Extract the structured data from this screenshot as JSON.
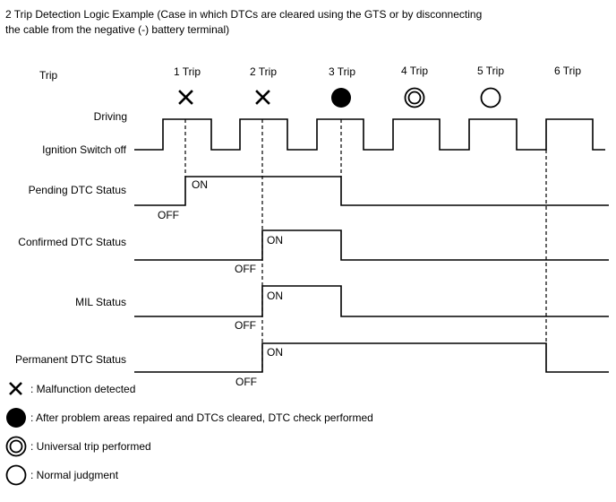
{
  "title": {
    "line1": "2 Trip Detection Logic Example (Case in which DTCs are cleared using the GTS or by disconnecting",
    "line2": "the cable from the negative (-) battery terminal)"
  },
  "row_labels": {
    "trip": "Trip",
    "driving": "Driving",
    "ignition_off": "Ignition Switch off",
    "pending": "Pending DTC Status",
    "confirmed": "Confirmed DTC Status",
    "mil": "MIL Status",
    "permanent": "Permanent DTC Status"
  },
  "trips": [
    {
      "label": "1 Trip",
      "symbol": "x-mark-icon"
    },
    {
      "label": "2 Trip",
      "symbol": "x-mark-icon"
    },
    {
      "label": "3 Trip",
      "symbol": "filled-circle-icon"
    },
    {
      "label": "4 Trip",
      "symbol": "double-circle-icon"
    },
    {
      "label": "5 Trip",
      "symbol": "open-circle-icon"
    },
    {
      "label": "6 Trip",
      "symbol": "none"
    }
  ],
  "state_labels": {
    "on": "ON",
    "off": "OFF"
  },
  "legend": [
    {
      "symbol": "x-mark-icon",
      "text": ": Malfunction detected"
    },
    {
      "symbol": "filled-circle-icon",
      "text": ": After problem areas repaired and DTCs cleared, DTC check performed"
    },
    {
      "symbol": "double-circle-icon",
      "text": ": Universal trip performed"
    },
    {
      "symbol": "open-circle-icon",
      "text": ": Normal judgment"
    }
  ]
}
